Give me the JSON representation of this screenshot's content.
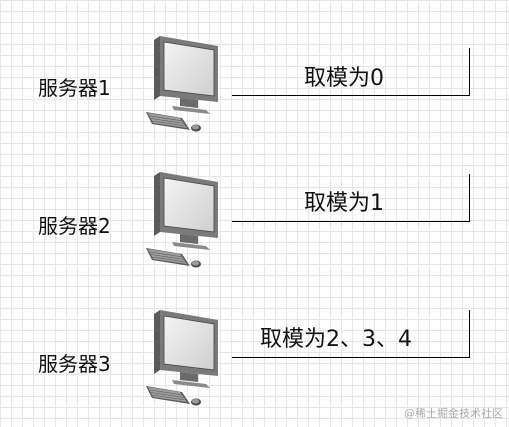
{
  "servers": [
    {
      "label": "服务器1",
      "mod_label": "取模为0"
    },
    {
      "label": "服务器2",
      "mod_label": "取模为1"
    },
    {
      "label": "服务器3",
      "mod_label": "取模为2、3、4"
    }
  ],
  "watermark": "@稀土掘金技术社区",
  "icons": {
    "computer": "desktop-computer-icon"
  },
  "colors": {
    "grid": "#e6e6e6",
    "line": "#000000"
  }
}
